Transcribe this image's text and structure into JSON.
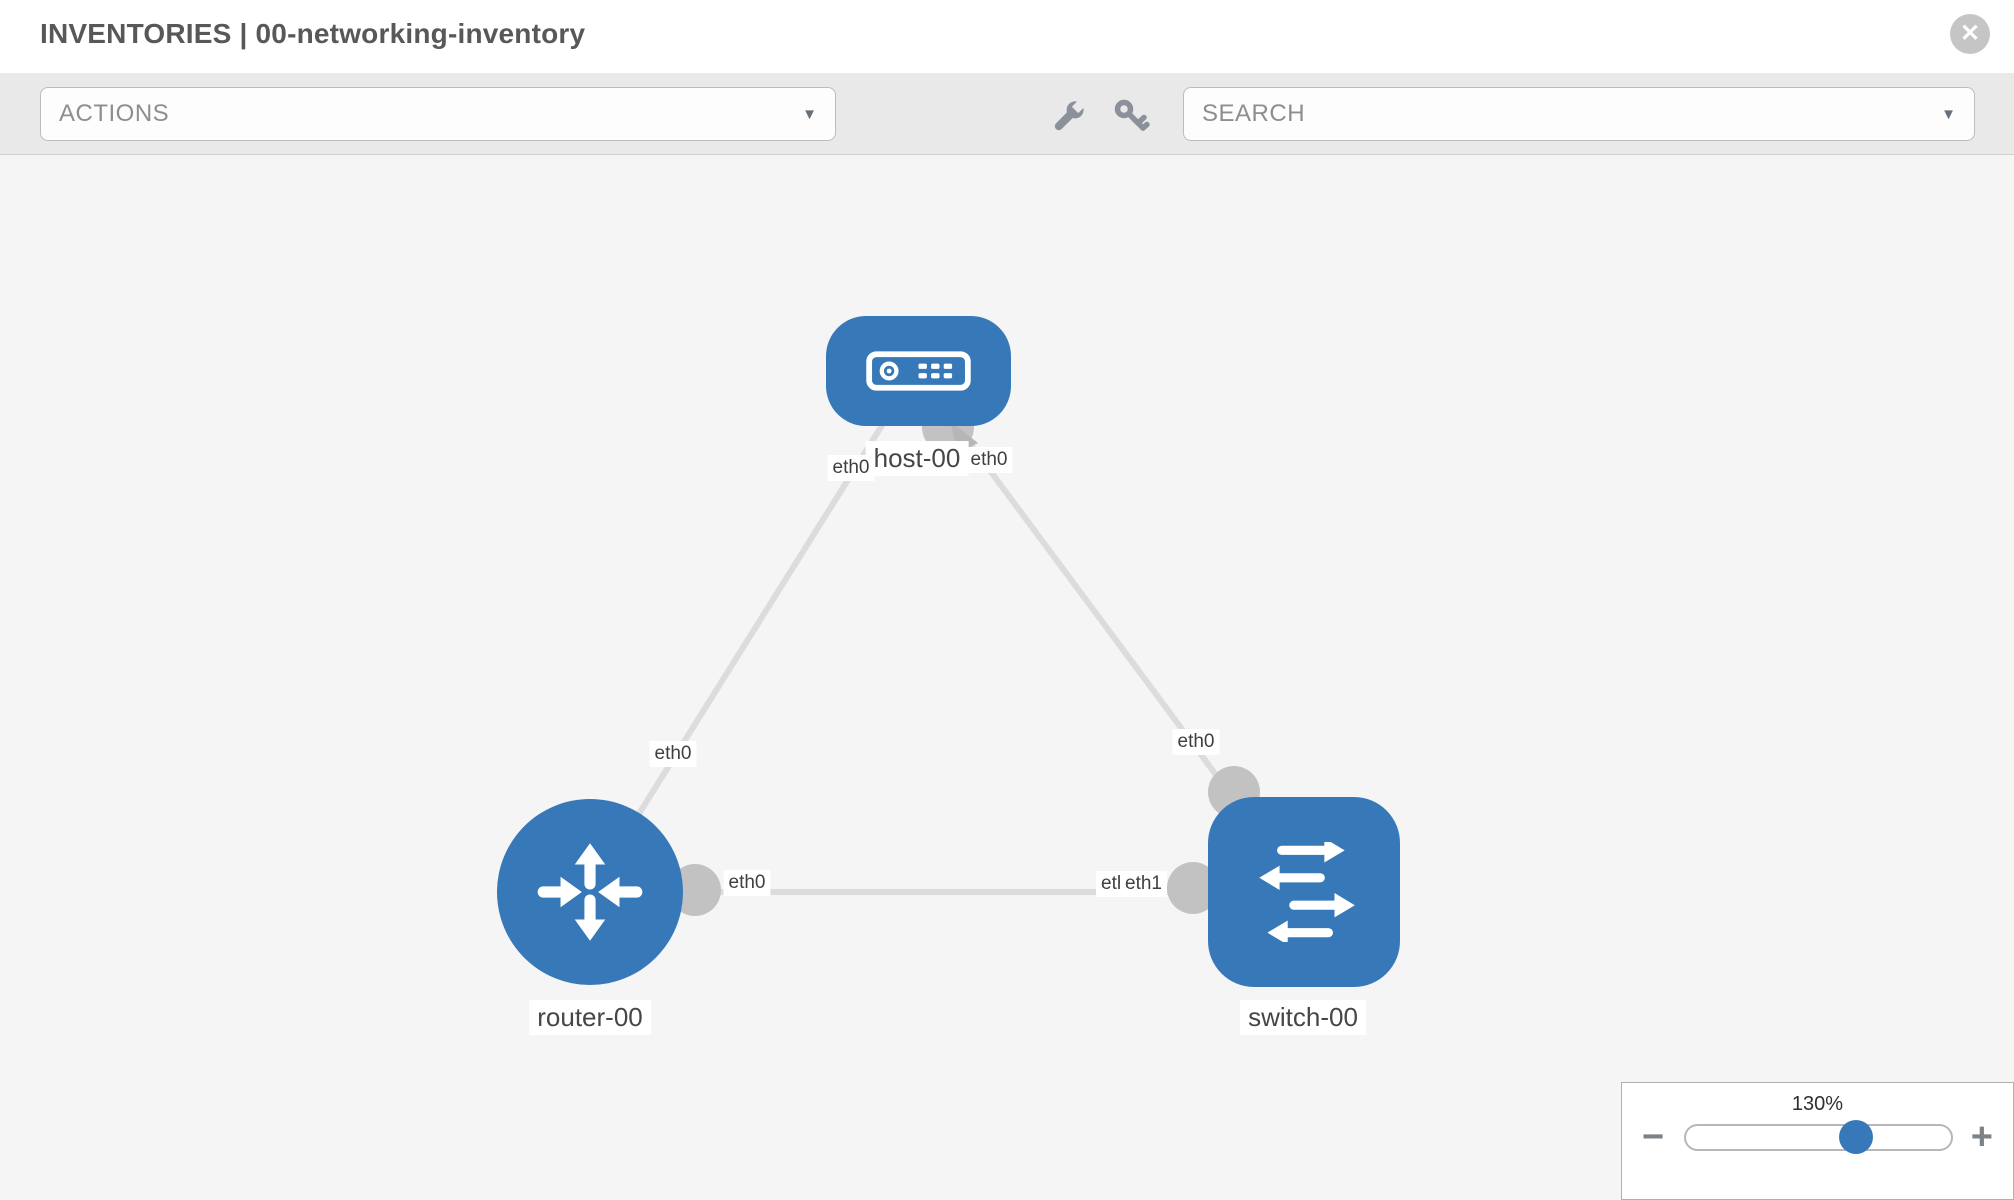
{
  "header": {
    "title_prefix": "INVENTORIES",
    "title_separator": "|",
    "title_name": "00-networking-inventory"
  },
  "toolbar": {
    "actions_label": "ACTIONS",
    "search_placeholder": "SEARCH"
  },
  "icons": {
    "caret_glyph": "▼",
    "close_glyph": "✕",
    "minus_glyph": "−",
    "plus_glyph": "+",
    "toolbar_icons": [
      "wrench-icon",
      "key-icon"
    ]
  },
  "topology": {
    "nodes": [
      {
        "id": "host-00",
        "label": "host-00",
        "type": "host",
        "icon": "server-icon"
      },
      {
        "id": "router-00",
        "label": "router-00",
        "type": "router",
        "icon": "router-arrows-icon"
      },
      {
        "id": "switch-00",
        "label": "switch-00",
        "type": "switch",
        "icon": "switch-arrows-icon"
      }
    ],
    "links": [
      {
        "from": "host-00",
        "from_iface": "eth0",
        "to": "router-00",
        "to_iface": "eth0"
      },
      {
        "from": "host-00",
        "from_iface": "eth0",
        "to": "switch-00",
        "to_iface": "eth0"
      },
      {
        "from": "router-00",
        "from_iface": "eth0",
        "to": "switch-00",
        "to_iface": "eth1"
      }
    ],
    "iface_labels": {
      "host_left": "eth0",
      "host_right": "eth0",
      "router_top": "eth0",
      "router_right": "eth0",
      "switch_top": "eth0",
      "link_hidden": "eth0",
      "link_front": "eth1"
    }
  },
  "zoom_control": {
    "level": "130%",
    "percent": 64
  },
  "colors": {
    "node_blue": "#3779b8",
    "edge_gray": "#dcdcdc",
    "endpoint_gray": "#c2c2c2",
    "canvas_bg": "#f5f5f6",
    "toolbar_bg": "#e9e9ea"
  }
}
